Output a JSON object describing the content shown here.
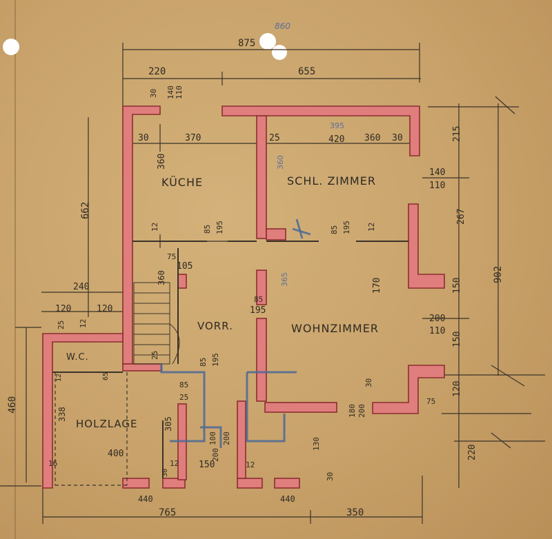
{
  "rooms": {
    "kueche": "KÜCHE",
    "schlafzimmer": "SCHL. ZIMMER",
    "vorraum": "VORR.",
    "wohnzimmer": "WOHNZIMMER",
    "wc": "W.C.",
    "holzlage": "HOLZLAGE"
  },
  "dims": {
    "top_total": "875",
    "top_total_corr": "860",
    "top_left": "220",
    "top_right": "655",
    "d_30a": "30",
    "d_140": "140",
    "d_110a": "110",
    "d_30b": "30",
    "d_370": "370",
    "d_25a": "25",
    "d_420": "420",
    "d_395": "395",
    "d_360a": "360",
    "d_30c": "30",
    "d_215": "215",
    "d_140b": "140",
    "d_110b": "110",
    "d_360b": "360",
    "d_360c": "360",
    "d_662": "662",
    "d_12a": "12",
    "d_85a": "85",
    "d_195a": "195",
    "d_85b": "85",
    "d_195b": "195",
    "d_12b": "12",
    "d_267": "267",
    "d_75a": "75",
    "d_105": "105",
    "d_240": "240",
    "d_360d": "360",
    "d_365": "365",
    "d_170": "170",
    "d_150a": "150",
    "d_902": "902",
    "d_85c": "85",
    "d_195c": "195",
    "d_120a": "120",
    "d_120b": "120",
    "d_200": "200",
    "d_110c": "110",
    "d_25b": "25",
    "d_12c": "12",
    "d_85d": "85",
    "d_195d": "195",
    "d_150b": "150",
    "d_25c": "25",
    "d_85e": "85",
    "d_25d": "25",
    "d_12d": "12",
    "d_65": "65",
    "d_30d": "30",
    "d_120c": "120",
    "d_75b": "75",
    "d_460": "460",
    "d_338": "338",
    "d_305": "305",
    "d_200b": "200",
    "d_180": "180",
    "d_200c": "200",
    "d_100": "100",
    "d_200d": "200",
    "d_130": "130",
    "d_220": "220",
    "d_16": "16",
    "d_400": "400",
    "d_12e": "12",
    "d_150c": "150",
    "d_12f": "12",
    "d_30e": "30",
    "d_30f": "30",
    "d_440a": "440",
    "d_440b": "440",
    "bottom_left": "765",
    "bottom_right": "350"
  },
  "colors": {
    "paper": "#c9a46e",
    "wall_fill": "#e07d7d",
    "ink": "#2f2a22",
    "blue_pencil": "#4b6a96"
  }
}
